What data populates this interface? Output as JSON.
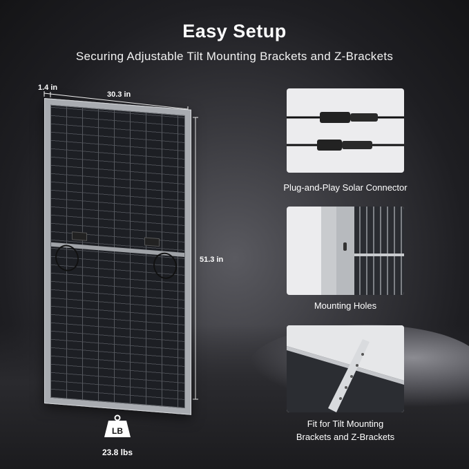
{
  "header": {
    "title": "Easy Setup",
    "subtitle": "Securing Adjustable Tilt Mounting Brackets and Z-Brackets"
  },
  "dimensions": {
    "thickness": "1.4 in",
    "width": "30.3 in",
    "height": "51.3 in"
  },
  "weight": {
    "icon_text": "LB",
    "value": "23.8 lbs"
  },
  "cards": [
    {
      "label": "Plug-and-Play Solar Connector",
      "icon": "solar-connector-photo"
    },
    {
      "label": "Mounting Holes",
      "icon": "mounting-holes-photo"
    },
    {
      "label_line1": "Fit for Tilt Mounting",
      "label_line2": "Brackets and Z-Brackets",
      "icon": "bracket-photo"
    }
  ]
}
